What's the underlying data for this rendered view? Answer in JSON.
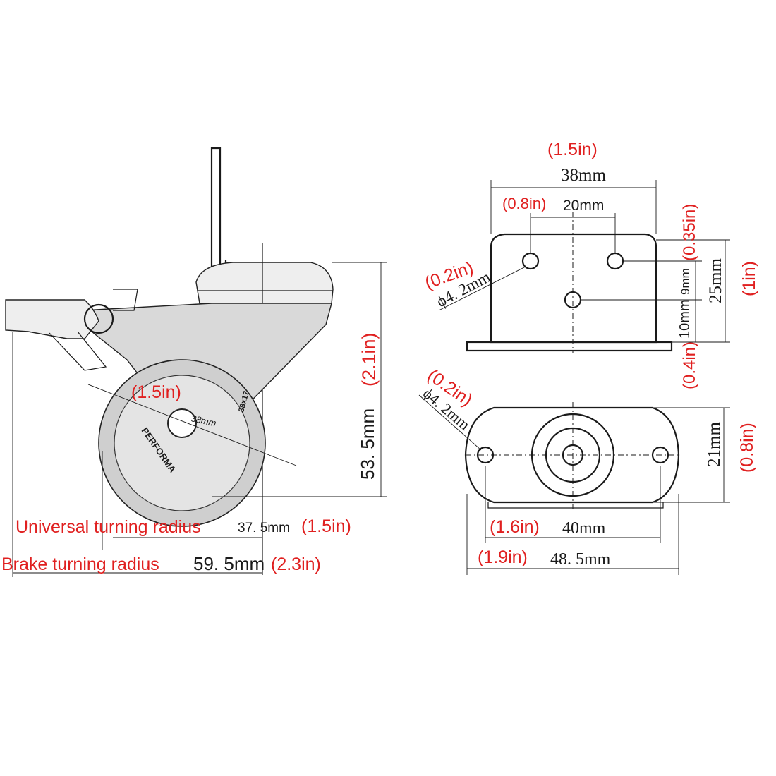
{
  "side_view": {
    "wheel_diameter_in": "(1.5in)",
    "wheel_diameter_mm": "38mm",
    "height_mm": "53. 5mm",
    "height_in": "(2.1in)",
    "universal_label": "Universal turning radius",
    "universal_mm": "37. 5mm",
    "universal_in": "(1.5in)",
    "brake_label": "Brake turning radius",
    "brake_mm": "59. 5mm",
    "brake_in": "(2.3in)",
    "tire_text_1": "PERFORMA",
    "tire_text_2": "38x17"
  },
  "front_view": {
    "width_in": "(1.5in)",
    "width_mm": "38mm",
    "hole_spacing_in": "(0.8in)",
    "hole_spacing_mm": "20mm",
    "hole_dia_in": "(0.2in)",
    "hole_dia_mm": "ϕ4. 2mm",
    "offset_in": "(0.35in)",
    "offset_mm": "9mm",
    "height_mm": "25mm",
    "height_in": "(1in)",
    "lower_mm": "10mm",
    "lower_in": "(0.4in)"
  },
  "plate_view": {
    "hole_dia_in": "(0.2in)",
    "hole_dia_mm": "ϕ4. 2mm",
    "height_mm": "21mm",
    "height_in": "(0.8in)",
    "spacing_in": "(1.6in)",
    "spacing_mm": "40mm",
    "length_in": "(1.9in)",
    "length_mm": "48. 5mm"
  },
  "icons": [
    "caster-side-view-drawing",
    "mounting-bracket-front-drawing",
    "mounting-plate-top-drawing"
  ]
}
